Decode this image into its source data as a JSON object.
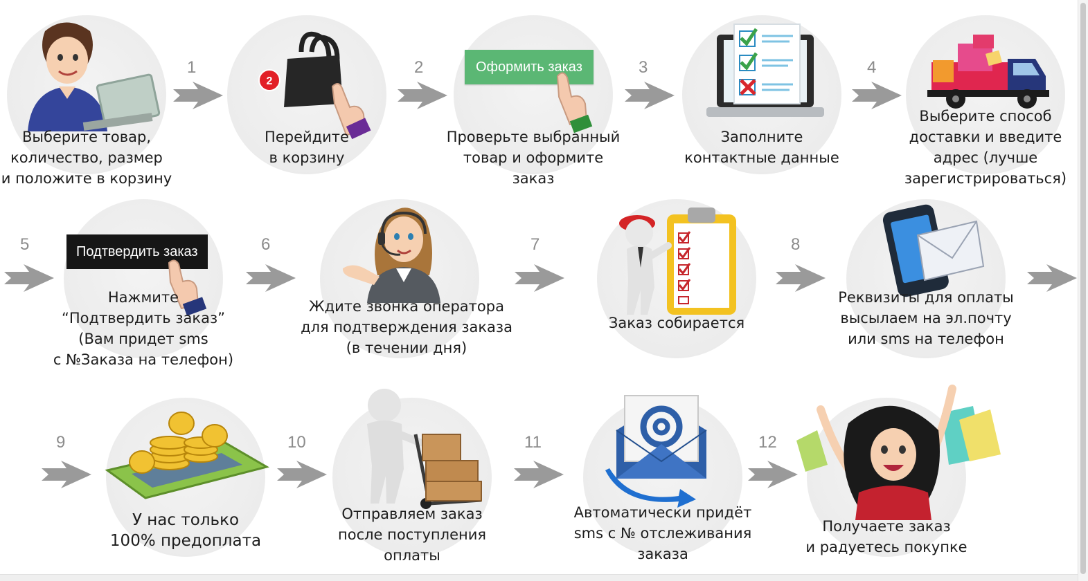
{
  "colors": {
    "circle": "#ececec",
    "arrow": "#9a9a9a",
    "number": "#8c8c8c",
    "green_button": "#5bb774",
    "black_button": "#161616",
    "badge": "#e21f26"
  },
  "badge_count": "2",
  "steps": [
    {
      "icon": "woman-at-laptop-icon",
      "lines": [
        "Выберите товар,",
        "количество, размер",
        "и положите в корзину"
      ]
    },
    {
      "icon": "shopping-bag-click-icon",
      "lines": [
        "Перейдите",
        "в корзину"
      ]
    },
    {
      "icon": "checkout-button-click-icon",
      "button": "Оформить заказ",
      "lines": [
        "Проверьте выбранный",
        "товар и оформите",
        "заказ"
      ]
    },
    {
      "icon": "laptop-checklist-icon",
      "lines": [
        "Заполните",
        "контактные данные"
      ]
    },
    {
      "icon": "delivery-truck-icon",
      "lines": [
        "Выберите способ",
        "доставки и введите",
        "адрес (лучше",
        "зарегистрироваться)"
      ]
    },
    {
      "icon": "confirm-button-click-icon",
      "button": "Подтвердить заказ",
      "lines": [
        "Нажмите",
        "“Подтвердить заказ”",
        "(Вам придет sms",
        "с №Заказа на телефон)"
      ]
    },
    {
      "icon": "call-operator-icon",
      "lines": [
        "Ждите звонка оператора",
        "для подтверждения заказа",
        "(в течении дня)"
      ]
    },
    {
      "icon": "clipboard-checklist-icon",
      "lines": [
        "Заказ собирается"
      ]
    },
    {
      "icon": "phone-envelope-icon",
      "lines": [
        "Реквизиты для оплаты",
        "высылаем на эл.почту",
        "или sms на телефон"
      ]
    },
    {
      "icon": "gold-coins-icon",
      "lines": [
        "У нас только",
        "100% предоплата"
      ]
    },
    {
      "icon": "boxes-hand-truck-icon",
      "lines": [
        "Отправляем заказ",
        "после поступления",
        "оплаты"
      ]
    },
    {
      "icon": "email-at-icon",
      "lines": [
        "Автоматически придёт",
        "sms с № отслеживания",
        "заказа"
      ]
    },
    {
      "icon": "happy-shopper-icon",
      "lines": [
        "Получаете заказ",
        "и радуетесь покупке"
      ]
    }
  ],
  "arrows": [
    {
      "label": "1"
    },
    {
      "label": "2"
    },
    {
      "label": "3"
    },
    {
      "label": "4"
    },
    {
      "label": "5"
    },
    {
      "label": "6"
    },
    {
      "label": "7"
    },
    {
      "label": "8"
    },
    {
      "label": ""
    },
    {
      "label": "9"
    },
    {
      "label": "10"
    },
    {
      "label": "11"
    },
    {
      "label": "12"
    }
  ]
}
